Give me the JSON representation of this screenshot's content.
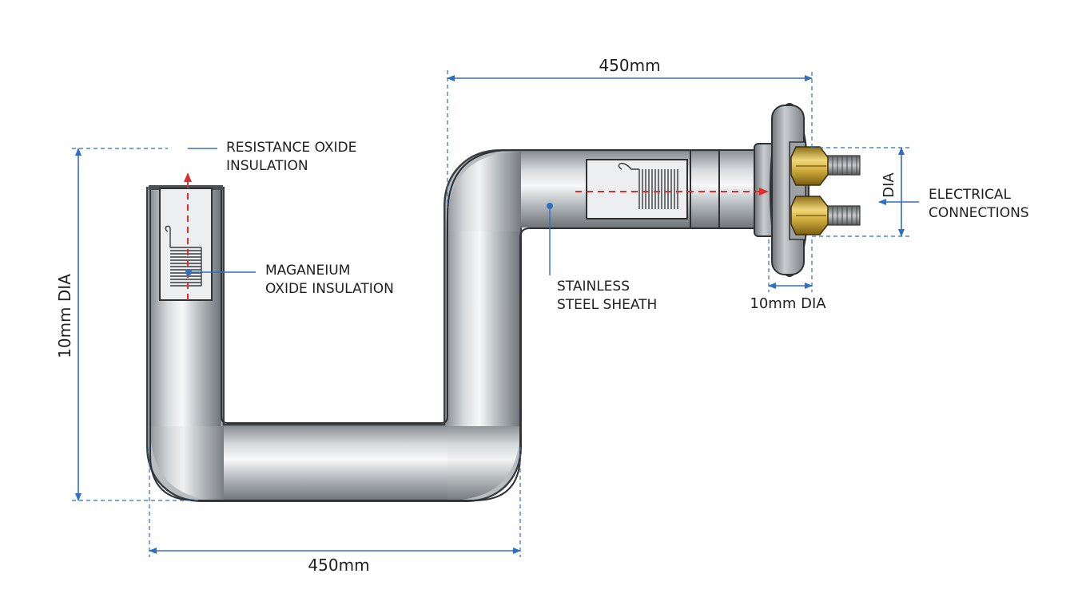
{
  "colors": {
    "dimension": "#2e6fbf",
    "flow_arrow": "#d93030",
    "steel_light": "#e8eaec",
    "steel_dark": "#7b8084",
    "brass": "#c9a53a",
    "background": "#ffffff"
  },
  "dimensions": {
    "top_length": "450mm",
    "bottom_length": "450mm",
    "left_height": "10mm DIA",
    "flange_dia": "10mm DIA",
    "terminal_dia": "DIA"
  },
  "callouts": {
    "resistance": [
      "RESISTANCE OXIDE",
      "INSULATION"
    ],
    "magnesium": [
      "MAGANEIUM",
      "OXIDE INSULATION"
    ],
    "sheath": [
      "STAINLESS",
      "STEEL SHEATH"
    ],
    "electrical": [
      "ELECTRICAL",
      "CONNECTIONS"
    ]
  },
  "icons": {
    "coil_left": "heating-coil-icon",
    "coil_right": "heating-coil-icon",
    "nut_top": "hex-nut-icon",
    "nut_bottom": "hex-nut-icon"
  }
}
